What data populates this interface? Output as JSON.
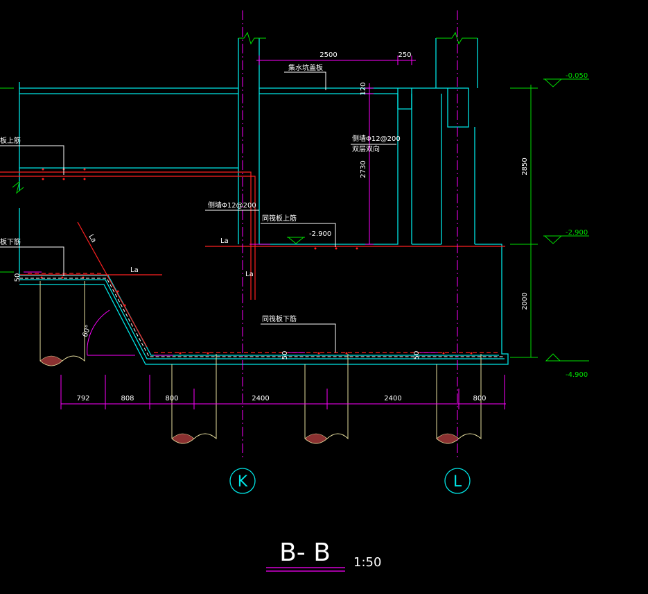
{
  "title": {
    "section": "B- B",
    "scale": "1:50"
  },
  "axes": {
    "left": "K",
    "right": "L"
  },
  "elevations": {
    "top": "-0.050",
    "mid": "-2.900",
    "bottom": "-4.900",
    "inner": "-2.900"
  },
  "dimensions": {
    "top_width": "2500",
    "top_small": "250",
    "wall_thk": "120",
    "inner_height": "2730",
    "right_upper": "2850",
    "right_lower": "2000",
    "bottom": [
      "792",
      "808",
      "800",
      "2400",
      "2400",
      "800"
    ],
    "left_50": "50",
    "mid_50_a": "50",
    "mid_50_b": "50",
    "angle": "60°"
  },
  "labels": {
    "pit_cover": "集水坑盖板",
    "side_bar": "侧墙Φ12@200",
    "side_bar_note": "双层双向",
    "side_bar_left": "侧墙Φ12@200",
    "slab_top": "同筏板上筋",
    "slab_bottom": "同筏板下筋",
    "left_top": "板上筋",
    "left_bottom": "板下筋",
    "la1": "La",
    "la2": "La",
    "la3": "La",
    "la4": "La"
  }
}
